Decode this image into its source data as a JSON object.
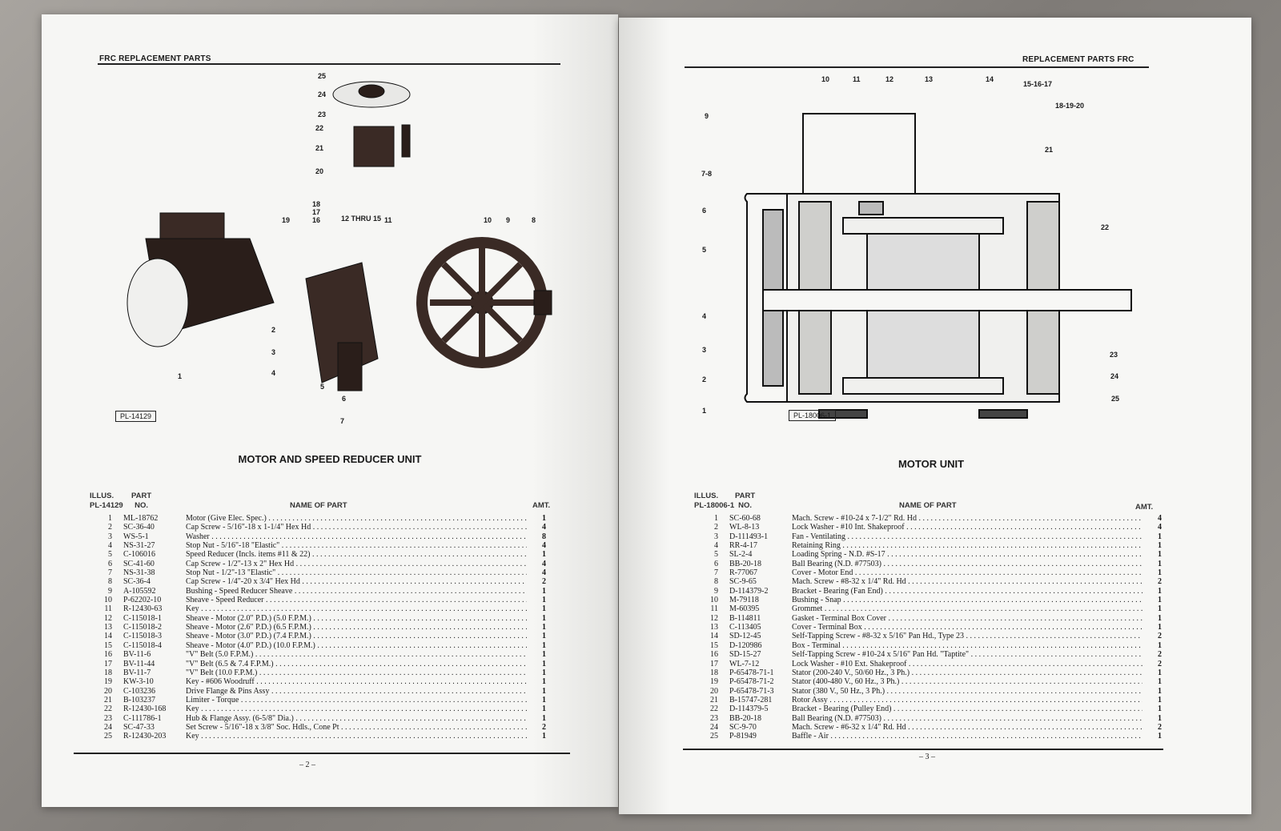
{
  "left_page": {
    "header": "FRC REPLACEMENT PARTS",
    "plate": "PL-14129",
    "title": "MOTOR AND SPEED REDUCER UNIT",
    "col_illus": "ILLUS.",
    "col_illus_ref": "PL-14129",
    "col_part": "PART",
    "col_no": "NO.",
    "col_name": "NAME OF PART",
    "col_amt": "AMT.",
    "callouts": [
      "25",
      "24",
      "23",
      "22",
      "21",
      "20",
      "18",
      "17",
      "16",
      "19",
      "12 THRU 15",
      "11",
      "10",
      "9",
      "8",
      "2",
      "3",
      "4",
      "1",
      "5",
      "6",
      "7"
    ],
    "page_number": "– 2 –",
    "rows": [
      [
        "1",
        "ML-18762",
        "Motor (Give Elec. Spec.)",
        "1"
      ],
      [
        "2",
        "SC-36-40",
        "Cap Screw - 5/16\"-18 x 1-1/4\" Hex Hd",
        "4"
      ],
      [
        "3",
        "WS-5-1",
        "Washer",
        "8"
      ],
      [
        "4",
        "NS-31-27",
        "Stop Nut - 5/16\"-18 \"Elastic\"",
        "4"
      ],
      [
        "5",
        "C-106016",
        "Speed Reducer (Incls. items #11 & 22)",
        "1"
      ],
      [
        "6",
        "SC-41-60",
        "Cap Screw - 1/2\"-13 x 2\" Hex Hd",
        "4"
      ],
      [
        "7",
        "NS-31-38",
        "Stop Nut - 1/2\"-13 \"Elastic\"",
        "4"
      ],
      [
        "8",
        "SC-36-4",
        "Cap Screw - 1/4\"-20 x 3/4\" Hex Hd",
        "2"
      ],
      [
        "9",
        "A-105592",
        "Bushing - Speed Reducer Sheave",
        "1"
      ],
      [
        "10",
        "P-62202-10",
        "Sheave - Speed Reducer",
        "1"
      ],
      [
        "11",
        "R-12430-63",
        "Key",
        "1"
      ],
      [
        "12",
        "C-115018-1",
        "Sheave - Motor (2.0\" P.D.) (5.0 F.P.M.)",
        "1"
      ],
      [
        "13",
        "C-115018-2",
        "Sheave - Motor (2.6\" P.D.) (6.5 F.P.M.)",
        "1"
      ],
      [
        "14",
        "C-115018-3",
        "Sheave - Motor (3.0\" P.D.) (7.4 F.P.M.)",
        "1"
      ],
      [
        "15",
        "C-115018-4",
        "Sheave - Motor (4.0\" P.D.) (10.0 F.P.M.)",
        "1"
      ],
      [
        "16",
        "BV-11-6",
        "\"V\" Belt (5.0 F.P.M.)",
        "1"
      ],
      [
        "17",
        "BV-11-44",
        "\"V\" Belt (6.5 & 7.4 F.P.M.)",
        "1"
      ],
      [
        "18",
        "BV-11-7",
        "\"V\" Belt (10.0 F.P.M.)",
        "1"
      ],
      [
        "19",
        "KW-3-10",
        "Key - #606 Woodruff",
        "1"
      ],
      [
        "20",
        "C-103236",
        "Drive Flange & Pins Assy",
        "1"
      ],
      [
        "21",
        "B-103237",
        "Limiter - Torque",
        "1"
      ],
      [
        "22",
        "R-12430-168",
        "Key",
        "1"
      ],
      [
        "23",
        "C-111786-1",
        "Hub & Flange Assy. (6-5/8\" Dia.)",
        "1"
      ],
      [
        "24",
        "SC-47-33",
        "Set Screw - 5/16\"-18 x 3/8\" Soc. Hdls., Cone Pt",
        "2"
      ],
      [
        "25",
        "R-12430-203",
        "Key",
        "1"
      ]
    ]
  },
  "right_page": {
    "header": "REPLACEMENT PARTS FRC",
    "plate": "PL-18006-1",
    "title": "MOTOR UNIT",
    "col_illus": "ILLUS.",
    "col_illus_ref": "PL-18006-1",
    "col_part": "PART",
    "col_no": "NO.",
    "col_name": "NAME OF PART",
    "col_amt": "AMT.",
    "callouts": [
      "10",
      "11",
      "12",
      "13",
      "14",
      "15-16-17",
      "18-19-20",
      "9",
      "7-8",
      "21",
      "6",
      "5",
      "22",
      "4",
      "23",
      "24",
      "3",
      "2",
      "1",
      "25"
    ],
    "page_number": "– 3 –",
    "rows": [
      [
        "1",
        "SC-60-68",
        "Mach. Screw - #10-24 x 7-1/2\" Rd. Hd",
        "4"
      ],
      [
        "2",
        "WL-8-13",
        "Lock Washer - #10 Int. Shakeproof",
        "4"
      ],
      [
        "3",
        "D-111493-1",
        "Fan - Ventilating",
        "1"
      ],
      [
        "4",
        "RR-4-17",
        "Retaining Ring",
        "1"
      ],
      [
        "5",
        "SL-2-4",
        "Loading Spring - N.D. #S-17",
        "1"
      ],
      [
        "6",
        "BB-20-18",
        "Ball Bearing (N.D. #77503)",
        "1"
      ],
      [
        "7",
        "R-77067",
        "Cover - Motor End",
        "1"
      ],
      [
        "8",
        "SC-9-65",
        "Mach. Screw - #8-32 x 1/4\" Rd. Hd",
        "2"
      ],
      [
        "9",
        "D-114379-2",
        "Bracket - Bearing (Fan End)",
        "1"
      ],
      [
        "10",
        "M-79118",
        "Bushing - Snap",
        "1"
      ],
      [
        "11",
        "M-60395",
        "Grommet",
        "1"
      ],
      [
        "12",
        "B-114811",
        "Gasket - Terminal Box Cover",
        "1"
      ],
      [
        "13",
        "C-113405",
        "Cover - Terminal Box",
        "1"
      ],
      [
        "14",
        "SD-12-45",
        "Self-Tapping Screw - #8-32 x 5/16\" Pan Hd., Type 23",
        "2"
      ],
      [
        "15",
        "D-120986",
        "Box - Terminal",
        "1"
      ],
      [
        "16",
        "SD-15-27",
        "Self-Tapping Screw - #10-24 x 5/16\" Pan Hd. \"Taptite\"",
        "2"
      ],
      [
        "17",
        "WL-7-12",
        "Lock Washer - #10 Ext. Shakeproof",
        "2"
      ],
      [
        "18",
        "P-65478-71-1",
        "Stator (200-240 V., 50/60 Hz., 3 Ph.)",
        "1"
      ],
      [
        "19",
        "P-65478-71-2",
        "Stator (400-480 V., 60 Hz., 3 Ph.)",
        "1"
      ],
      [
        "20",
        "P-65478-71-3",
        "Stator (380 V., 50 Hz., 3 Ph.)",
        "1"
      ],
      [
        "21",
        "B-15747-281",
        "Rotor Assy",
        "1"
      ],
      [
        "22",
        "D-114379-5",
        "Bracket - Bearing (Pulley End)",
        "1"
      ],
      [
        "23",
        "BB-20-18",
        "Ball Bearing (N.D. #77503)",
        "1"
      ],
      [
        "24",
        "SC-9-70",
        "Mach. Screw - #6-32 x 1/4\" Rd. Hd",
        "2"
      ],
      [
        "25",
        "P-81949",
        "Baffle - Air",
        "1"
      ]
    ]
  }
}
